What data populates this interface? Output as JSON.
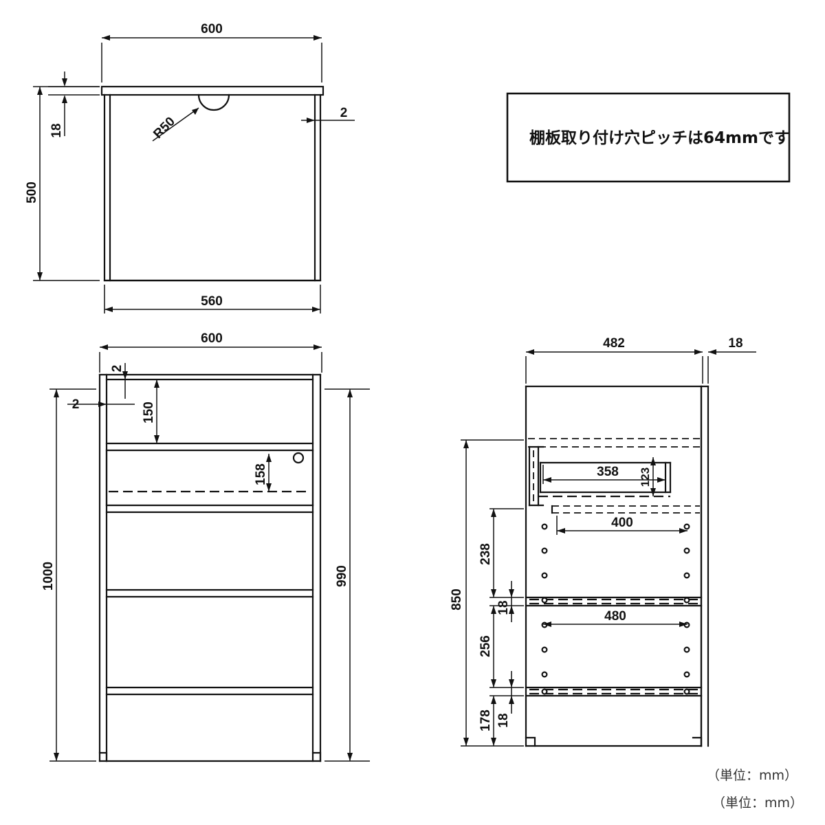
{
  "drawing": {
    "title": "furniture-assembly-dimension-drawing",
    "units_note_primary": "（単位：mm）",
    "units_note_secondary": "（単位：mm）",
    "callout_note": "棚板取り付け穴ピッチは64mmです"
  },
  "views": {
    "top_view": {
      "name": "top-view",
      "dimensions": {
        "overall_width": "600",
        "inner_width": "560",
        "depth": "500",
        "top_panel_thickness": "18",
        "side_offset": "2",
        "notch_radius": "R50"
      }
    },
    "front_view": {
      "name": "front-view",
      "dimensions": {
        "overall_width": "600",
        "overall_height": "1000",
        "body_height": "990",
        "top_gap_left": "2",
        "side_gap": "2",
        "top_shelf_drop": "150",
        "drawer_height": "158"
      }
    },
    "side_view": {
      "name": "side-view",
      "dimensions": {
        "body_depth": "482",
        "back_thickness": "18",
        "drawer_inner": "358",
        "drawer_front_offset": "123",
        "total_shelf_span": "850",
        "upper_shelf_gap": "238",
        "mid_shelf_gap": "256",
        "lower_shelf_gap": "178",
        "shelf_thickness_upper": "18",
        "shelf_thickness_lower": "18",
        "shelf_depth_upper": "400",
        "shelf_depth_lower": "480"
      }
    }
  }
}
